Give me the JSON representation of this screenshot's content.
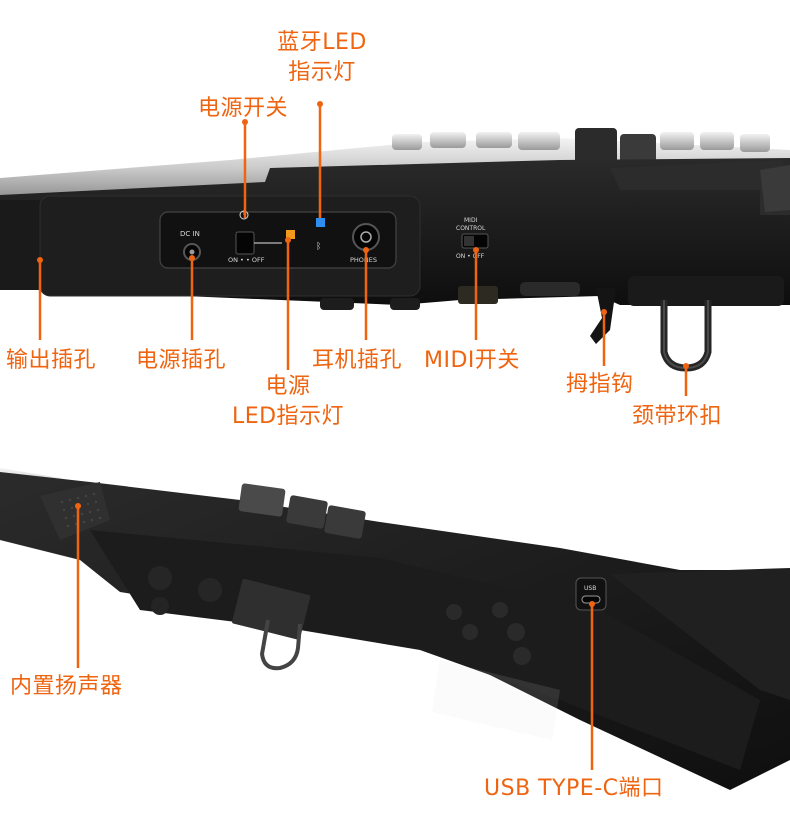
{
  "callouts": {
    "bluetooth_led": [
      "蓝牙LED",
      "指示灯"
    ],
    "power_switch": "电源开关",
    "output_jack": "输出插孔",
    "dc_jack": "电源插孔",
    "power_led": [
      "电源",
      "LED指示灯"
    ],
    "headphone_jack": "耳机插孔",
    "midi_switch": "MIDI开关",
    "thumb_hook": "拇指钩",
    "neck_strap_ring": "颈带环扣",
    "builtin_speaker": "内置扬声器",
    "usb_port": "USB TYPE-C端口"
  },
  "panel_text": {
    "dc_in": "DC IN",
    "on_off": "ON • • OFF",
    "phones": "PHONES",
    "midi_control": [
      "MIDI",
      "CONTROL"
    ],
    "midi_on_off": "ON • OFF",
    "usb": "USB"
  },
  "colors": {
    "accent": "#ef6410",
    "body": "#1b1b1b",
    "panel": "#141414",
    "led_power": "#f29a1a",
    "led_bluetooth": "#2e8ef0"
  }
}
